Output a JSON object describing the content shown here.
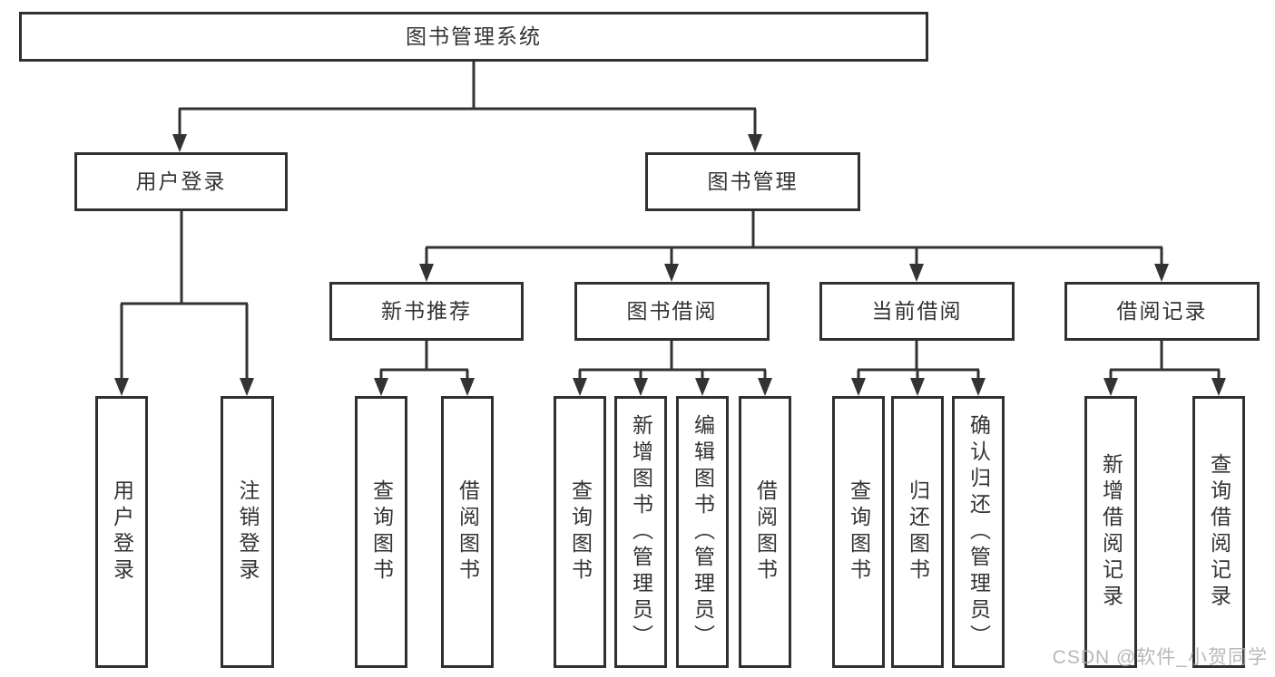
{
  "diagram": {
    "root": {
      "label": "图书管理系统"
    },
    "branches": [
      {
        "label": "用户登录",
        "children": [
          {
            "label": "用户登录"
          },
          {
            "label": "注销登录"
          }
        ]
      },
      {
        "label": "图书管理",
        "children": [
          {
            "label": "新书推荐",
            "children": [
              {
                "label": "查询图书"
              },
              {
                "label": "借阅图书"
              }
            ]
          },
          {
            "label": "图书借阅",
            "children": [
              {
                "label": "查询图书"
              },
              {
                "label": "新增图书（管理员）"
              },
              {
                "label": "编辑图书（管理员）"
              },
              {
                "label": "借阅图书"
              }
            ]
          },
          {
            "label": "当前借阅",
            "children": [
              {
                "label": "查询图书"
              },
              {
                "label": "归还图书"
              },
              {
                "label": "确认归还（管理员）"
              }
            ]
          },
          {
            "label": "借阅记录",
            "children": [
              {
                "label": "新增借阅记录"
              },
              {
                "label": "查询借阅记录"
              }
            ]
          }
        ]
      }
    ]
  },
  "colors": {
    "line": "#333333",
    "box_border": "#303030",
    "text": "#333333",
    "watermark": "#ababab"
  },
  "watermark": {
    "text": "CSDN @软件_小贺同学"
  }
}
